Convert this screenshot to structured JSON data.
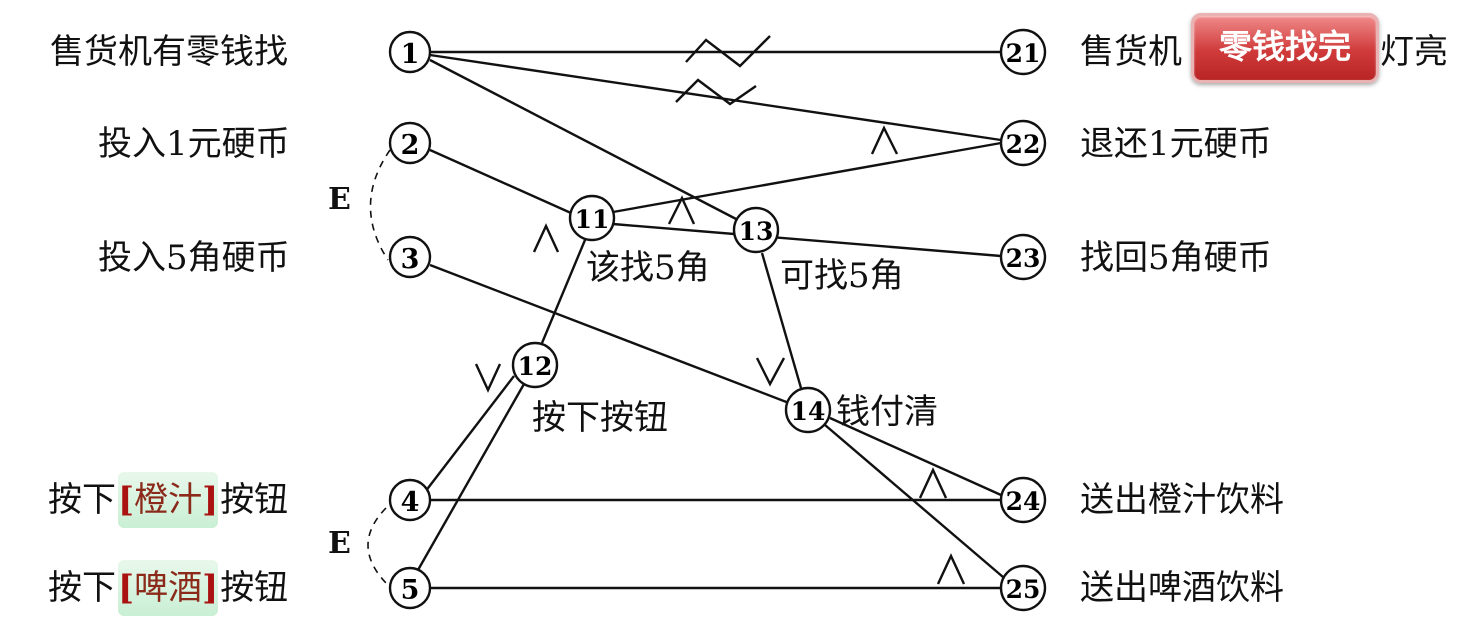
{
  "left_labels": {
    "l1": "售货机有零钱找",
    "l2": "投入1元硬币",
    "l3": "投入5角硬币",
    "l4_pre": "按下",
    "l4_hl": "橙汁",
    "l4_post": "按钮",
    "l5_pre": "按下",
    "l5_hl": "啤酒",
    "l5_post": "按钮"
  },
  "right_labels": {
    "r21_pre": "售货机",
    "r21_post": "灯亮",
    "r22": "退还1元硬币",
    "r23": "找回5角硬币",
    "r24": "送出橙汁饮料",
    "r25": "送出啤酒饮料"
  },
  "highlight_button": "零钱找完",
  "mid_labels": {
    "n11": "该找5角",
    "n13": "可找5角",
    "n12": "按下按钮",
    "n14": "钱付清"
  },
  "constraint_labels": {
    "e_top": "E",
    "e_bottom": "E"
  },
  "nodes": {
    "n1": "1",
    "n2": "2",
    "n3": "3",
    "n4": "4",
    "n5": "5",
    "n11": "11",
    "n12": "12",
    "n13": "13",
    "n14": "14",
    "n21": "21",
    "n22": "22",
    "n23": "23",
    "n24": "24",
    "n25": "25"
  },
  "bracket": {
    "open": "[",
    "close": "]"
  }
}
